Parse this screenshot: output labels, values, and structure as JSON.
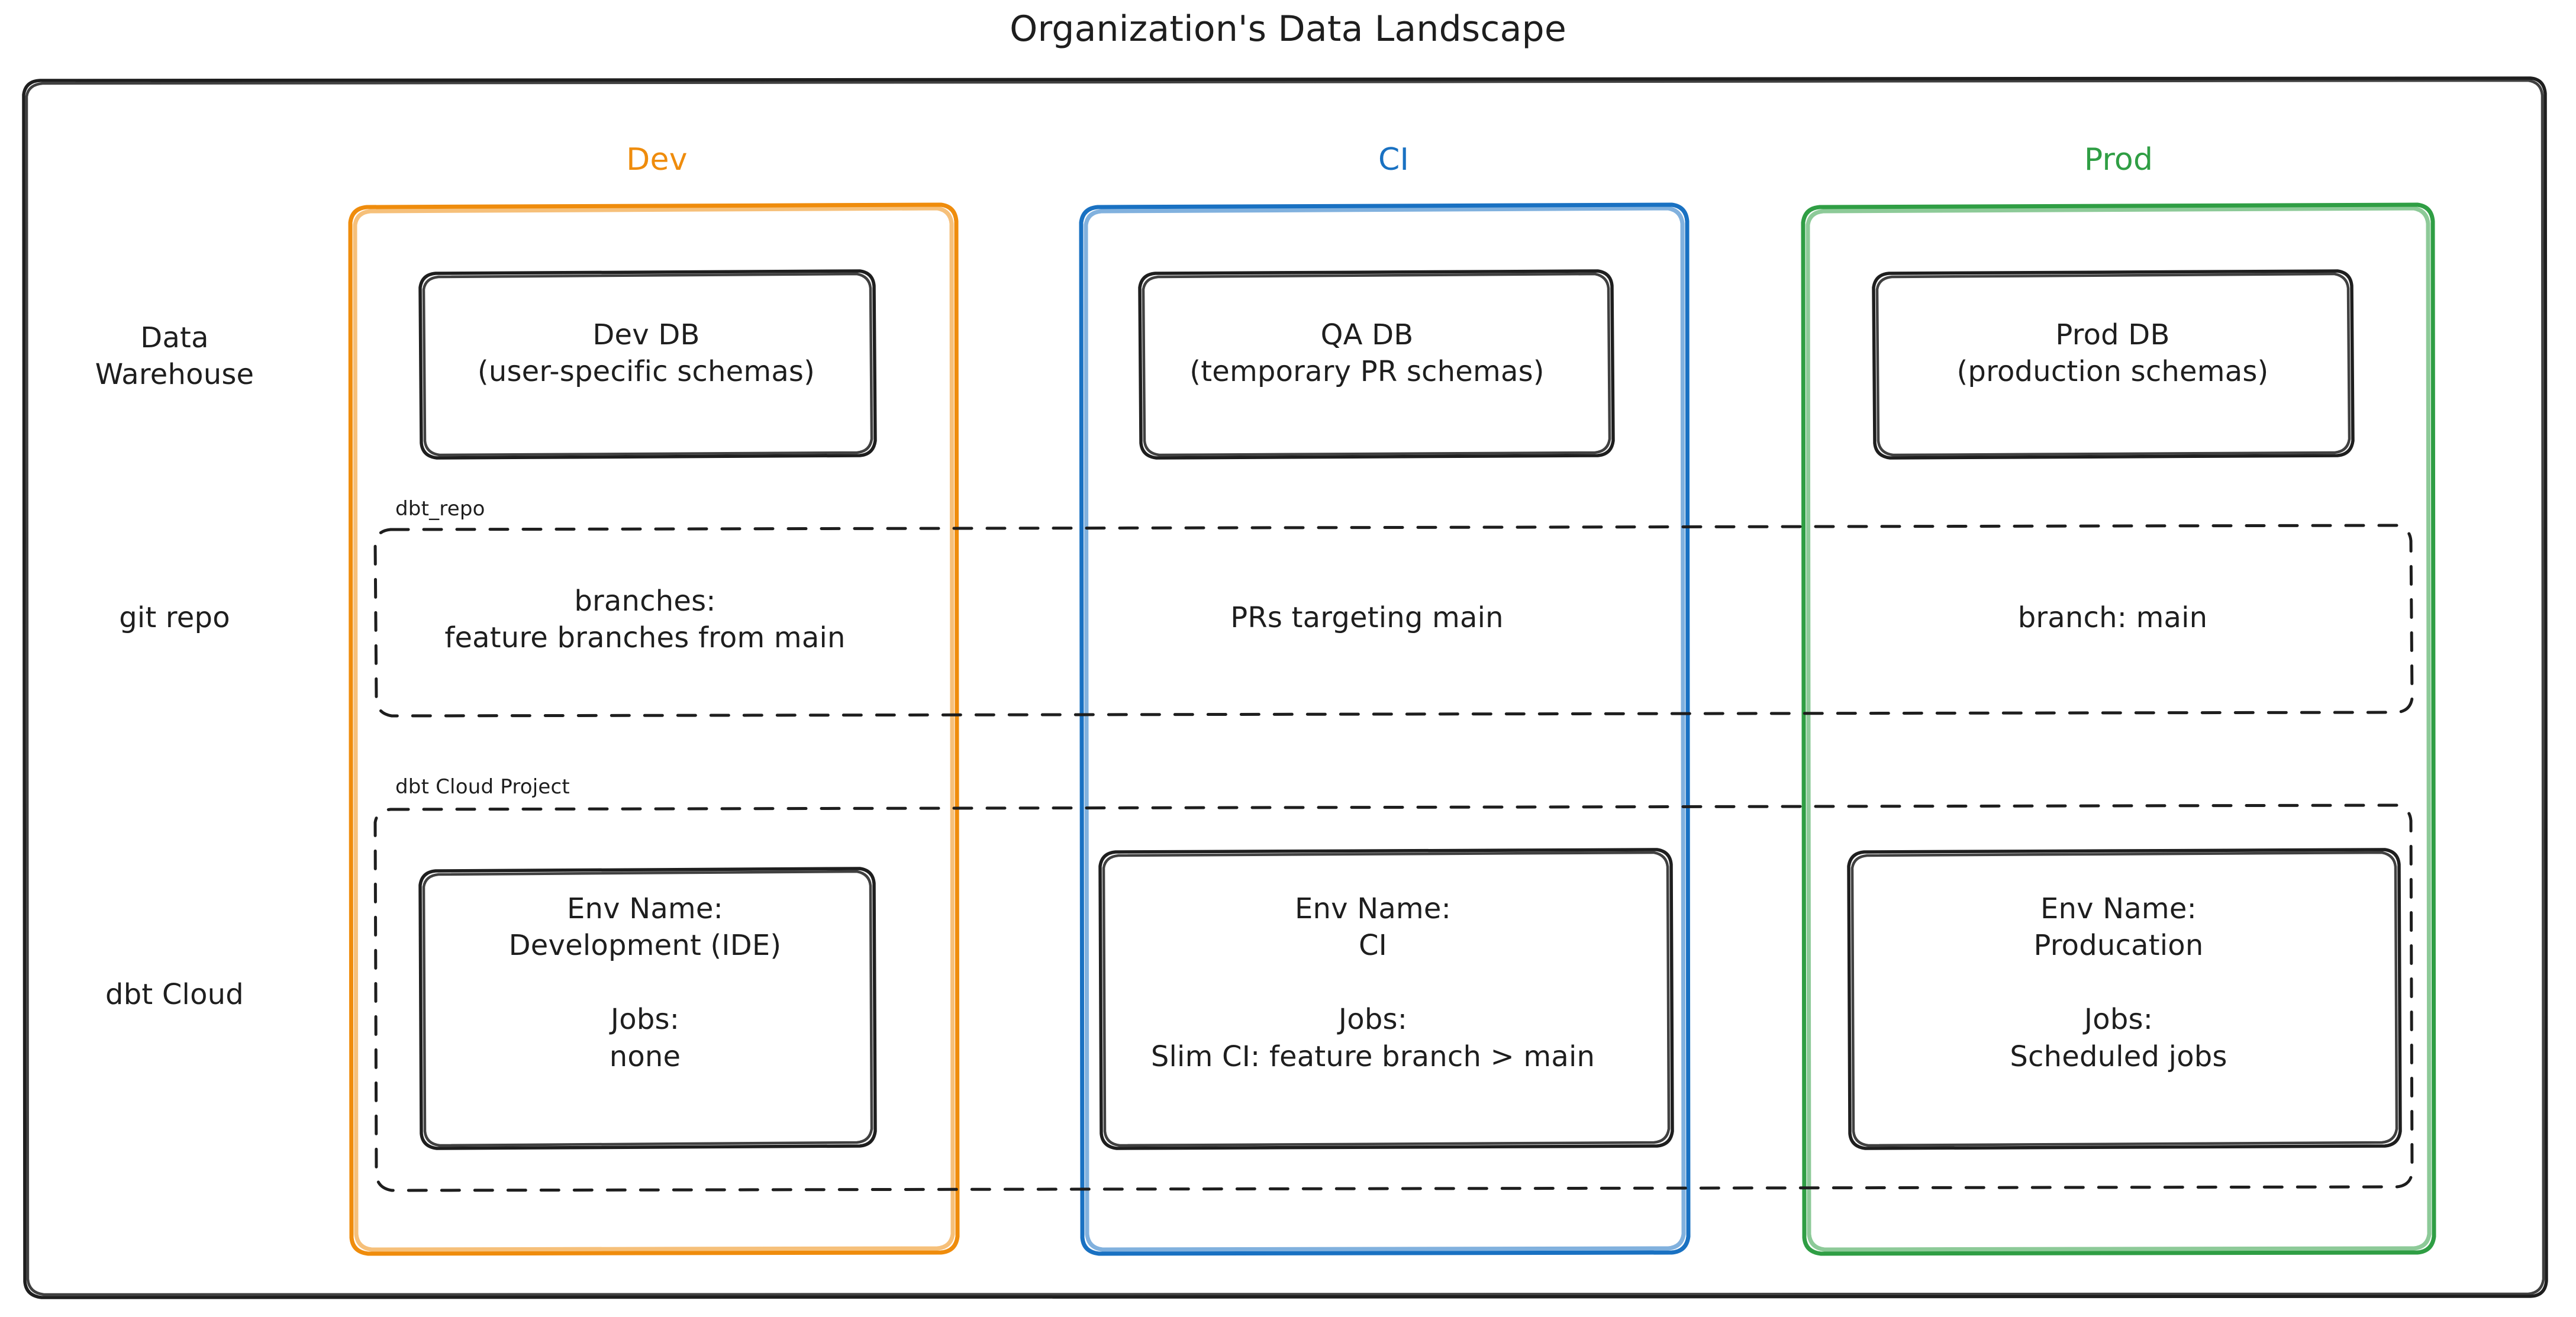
{
  "title": "Organization's Data Landscape",
  "colors": {
    "frame": "#1e1e1e",
    "dev": "#ef8c0c",
    "ci": "#1971c2",
    "prod": "#2f9e44",
    "text": "#1e1e1e",
    "background": "#ffffff"
  },
  "columns": [
    {
      "key": "dev",
      "label": "Dev",
      "color": "#ef8c0c"
    },
    {
      "key": "ci",
      "label": "CI",
      "color": "#1971c2"
    },
    {
      "key": "prod",
      "label": "Prod",
      "color": "#2f9e44"
    }
  ],
  "rows": [
    {
      "key": "warehouse",
      "label": "Data\nWarehouse"
    },
    {
      "key": "git",
      "label": "git repo"
    },
    {
      "key": "dbtcloud",
      "label": "dbt Cloud"
    }
  ],
  "groups": [
    {
      "key": "repo",
      "caption": "dbt_repo"
    },
    {
      "key": "project",
      "caption": "dbt Cloud Project"
    }
  ],
  "cells": {
    "warehouse": {
      "dev": "Dev DB\n(user-specific schemas)",
      "ci": "QA DB\n(temporary PR schemas)",
      "prod": "Prod DB\n(production schemas)"
    },
    "git": {
      "dev": "branches:\nfeature branches from main",
      "ci": "PRs targeting main",
      "prod": "branch: main"
    },
    "dbtcloud": {
      "dev": "Env Name:\nDevelopment (IDE)\n\nJobs:\nnone",
      "ci": "Env Name:\nCI\n\nJobs:\nSlim CI: feature branch > main",
      "prod": "Env Name:\nProducation\n\nJobs:\nScheduled jobs"
    }
  }
}
